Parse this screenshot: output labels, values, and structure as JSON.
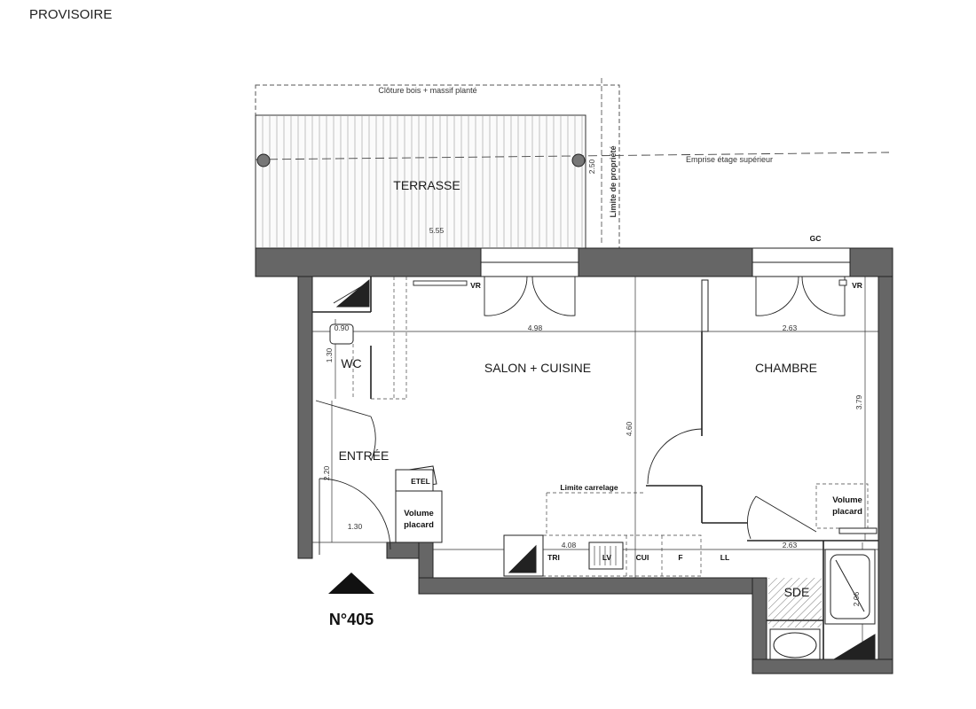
{
  "status_label": "PROVISOIRE",
  "unit_number": "N°405",
  "rooms": {
    "terrasse": "TERRASSE",
    "salon": "SALON + CUISINE",
    "chambre": "CHAMBRE",
    "wc": "WC",
    "entree": "ENTRÉE",
    "sde": "SDE"
  },
  "annotations": {
    "fence": "Clôture bois + massif planté",
    "property_limit": "Limite de propriété",
    "upper_floor": "Emprise étage supérieur",
    "tiling_limit": "Limite carrelage"
  },
  "fixtures": {
    "vr_left": "VR",
    "vr_right": "VR",
    "gc": "GC",
    "etel": "ETEL",
    "placard_left": [
      "Volume",
      "placard"
    ],
    "placard_right": [
      "Volume",
      "placard"
    ],
    "tri": "TRI",
    "lv": "LV",
    "cui": "CUI",
    "f": "F",
    "ll": "LL"
  },
  "dimensions": {
    "terrace_width": "5.55",
    "terrace_depth": "2.50",
    "salon_width": "4.98",
    "salon_depth": "4.60",
    "chambre_width": "2.63",
    "chambre_depth": "3.79",
    "wc_width": "0.90",
    "wc_depth": "1.30",
    "entree_width": "1.30",
    "entree_depth": "2.20",
    "kitchen_width": "4.08",
    "sde_width": "2.63",
    "sde_depth": "2.06"
  }
}
